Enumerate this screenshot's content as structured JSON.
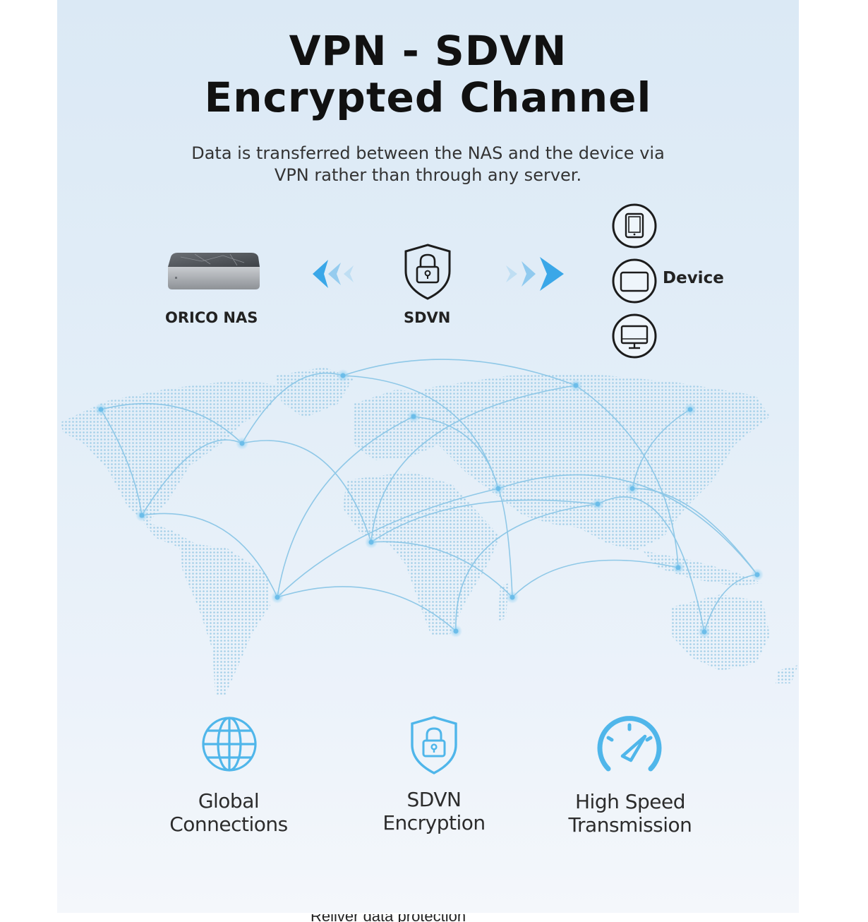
{
  "title": {
    "line1": "VPN - SDVN",
    "line2": "Encrypted Channel"
  },
  "subtitle": {
    "line1": "Data is transferred between the NAS and the device via",
    "line2": "VPN rather than through any server."
  },
  "diagram": {
    "nas_label": "ORICO NAS",
    "sdvn_label": "SDVN",
    "device_label": "Device",
    "device_icons": [
      "tablet-icon",
      "laptop-icon",
      "monitor-icon"
    ]
  },
  "features": [
    {
      "line1": "Global",
      "line2": "Connections",
      "icon": "globe-icon"
    },
    {
      "line1": "SDVN",
      "line2": "Encryption",
      "icon": "shield-lock-icon"
    },
    {
      "line1": "High Speed",
      "line2": "Transmission",
      "icon": "speedometer-icon"
    }
  ],
  "caption": "Reliver data protection",
  "colors": {
    "accent": "#4fb6ea",
    "text": "#111111",
    "background": "#dfebf6"
  }
}
